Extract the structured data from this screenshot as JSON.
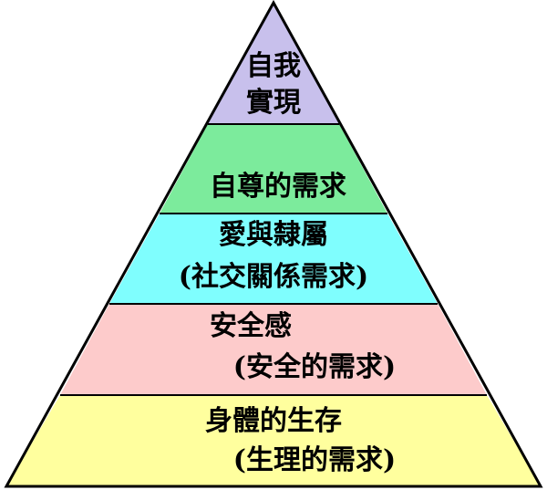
{
  "title": "",
  "tiers": [
    {
      "name": "self-actualization",
      "lines": [
        "自我",
        "實現"
      ],
      "color": "#C8C0EC"
    },
    {
      "name": "esteem",
      "lines": [
        "自尊的需求"
      ],
      "color": "#7CEB9C"
    },
    {
      "name": "love-belonging",
      "lines": [
        "愛與隸屬",
        "(社交關係需求)"
      ],
      "color": "#7FFEFE"
    },
    {
      "name": "safety",
      "lines": [
        "安全感",
        "(安全的需求)"
      ],
      "color": "#FDCBCB"
    },
    {
      "name": "physiological",
      "lines": [
        "身體的生存",
        "(生理的需求)"
      ],
      "color": "#FFFF9E"
    }
  ],
  "outline_color": "#000000"
}
